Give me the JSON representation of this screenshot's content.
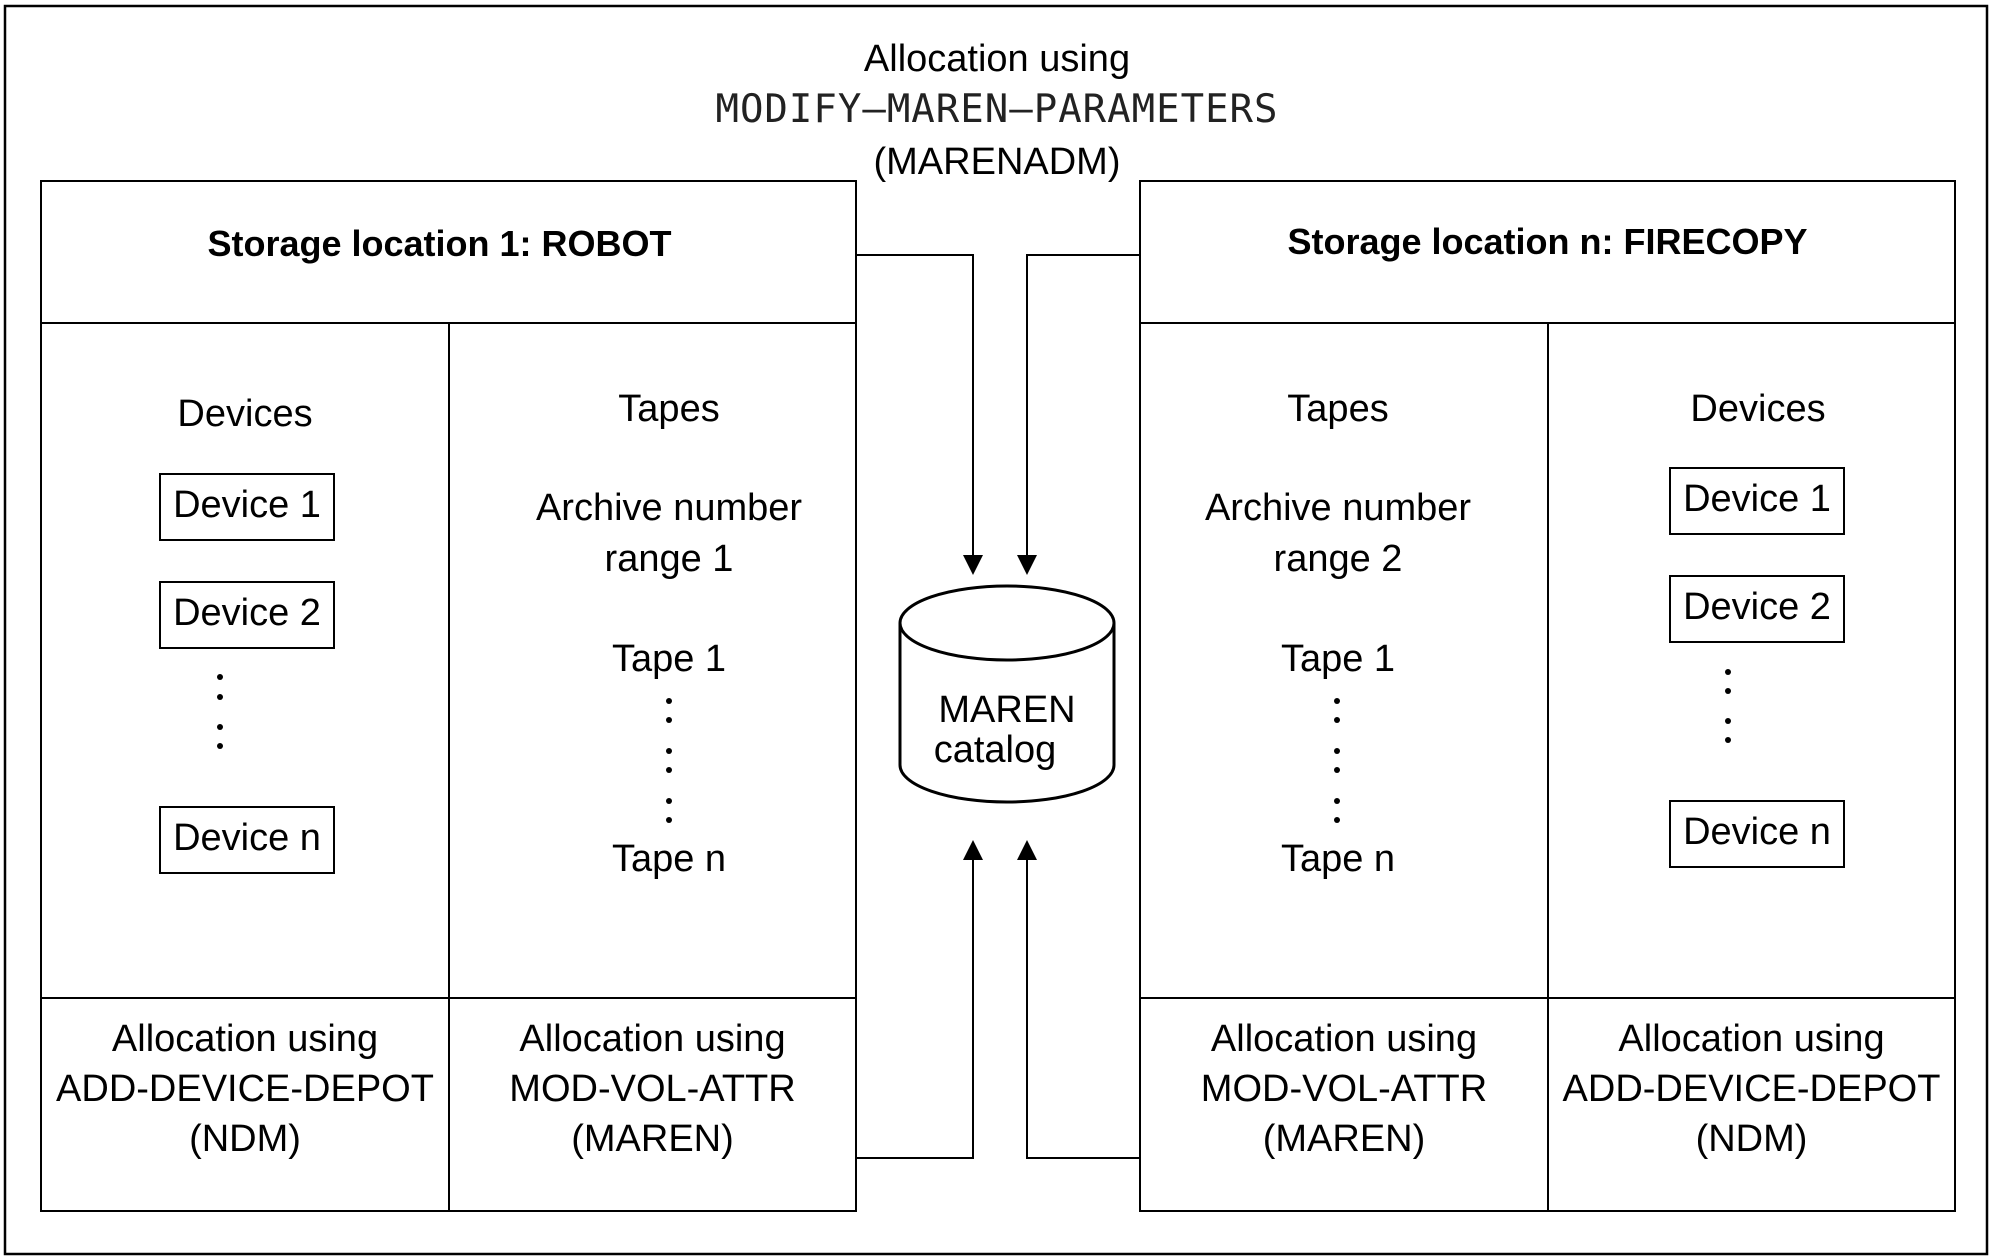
{
  "top": {
    "line1": "Allocation using",
    "command": "MODIFY–MAREN–PARAMETERS",
    "program": "(MARENADM)"
  },
  "left": {
    "title": "Storage location 1: ROBOT",
    "devices": {
      "heading": "Devices",
      "items": [
        "Device 1",
        "Device 2",
        "Device n"
      ]
    },
    "tapes": {
      "heading": "Tapes",
      "range_line1": "Archive number",
      "range_line2": "range 1",
      "first": "Tape 1",
      "last": "Tape n"
    },
    "alloc_devices": {
      "line1": "Allocation using",
      "line2": "ADD-DEVICE-DEPOT",
      "line3": "(NDM)"
    },
    "alloc_tapes": {
      "line1": "Allocation using",
      "line2": "MOD-VOL-ATTR",
      "line3": "(MAREN)"
    }
  },
  "right": {
    "title": "Storage location n: FIRECOPY",
    "tapes": {
      "heading": "Tapes",
      "range_line1": "Archive number",
      "range_line2": "range 2",
      "first": "Tape 1",
      "last": "Tape n"
    },
    "devices": {
      "heading": "Devices",
      "items": [
        "Device 1",
        "Device 2",
        "Device n"
      ]
    },
    "alloc_tapes": {
      "line1": "Allocation using",
      "line2": "MOD-VOL-ATTR",
      "line3": "(MAREN)"
    },
    "alloc_devices": {
      "line1": "Allocation using",
      "line2": "ADD-DEVICE-DEPOT",
      "line3": "(NDM)"
    }
  },
  "catalog": {
    "line1": "MAREN",
    "line2": "catalog"
  }
}
